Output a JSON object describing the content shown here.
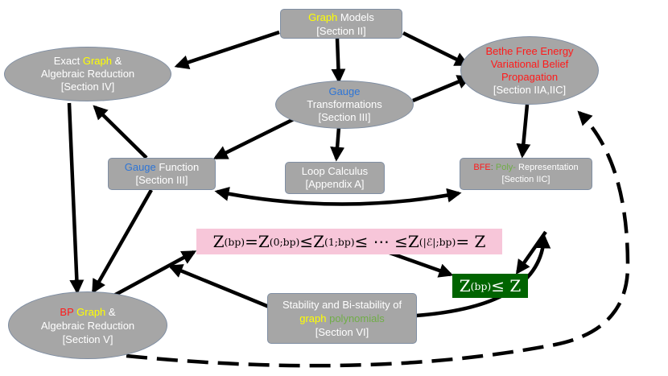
{
  "colors": {
    "node_fill": "#a6a6a6",
    "node_border": "#7f8ea3",
    "arrow": "#000000",
    "formula_bg": "#f7c6d9",
    "inequality_bg": "#006400",
    "yellow": "#ffff00",
    "blue": "#2e75d6",
    "red": "#ff1a1a",
    "green": "#70ad47"
  },
  "nodes": {
    "graph_models": {
      "word1": "Graph",
      "word2": " Models",
      "section": "[Section II]"
    },
    "exact_graph": {
      "line1a": "Exact ",
      "line1b": "Graph",
      "line1c": "  &",
      "line2": "Algebraic Reduction",
      "section": "[Section IV]"
    },
    "bethe": {
      "line1": "Bethe Free Energy",
      "line2": "Variational Belief",
      "line3": "Propagation",
      "section": "[Section IIA,IIC]"
    },
    "gauge_transformations": {
      "line1": "Gauge",
      "line2": "Transformations",
      "section": "[Section III]"
    },
    "gauge_function": {
      "word1": "Gauge",
      "word2": " Function",
      "section": "[Section III]"
    },
    "loop_calculus": {
      "line1": "Loop Calculus",
      "section": "[Appendix A]"
    },
    "bfe_poly": {
      "part1": "BFE",
      "part2": ": ",
      "part3": "Poly-",
      "part4": " Representation",
      "section": "[Section IIC]"
    },
    "bp_graph": {
      "part1": "BP",
      "part2": " Graph",
      "part3": " &",
      "line2": "Algebraic Reduction",
      "section": "[Section V]"
    },
    "stability": {
      "line1": "Stability and Bi-stability of",
      "word1": "graph",
      "word2": " polynomials",
      "section": "[Section VI]"
    }
  },
  "formula_chain": {
    "z": "Z",
    "bp_sup": "(bp)",
    "eq": " = ",
    "sup0": "(0;bp)",
    "le": " ≤ ",
    "sup1": "(1;bp)",
    "dots": " ≤ ⋯ ≤ ",
    "supE": "(|ℰ|;bp)",
    "tail": " = Z"
  },
  "formula_ineq": {
    "z": "Z",
    "sup": "(bp)",
    "rest": " ≤ Z"
  }
}
